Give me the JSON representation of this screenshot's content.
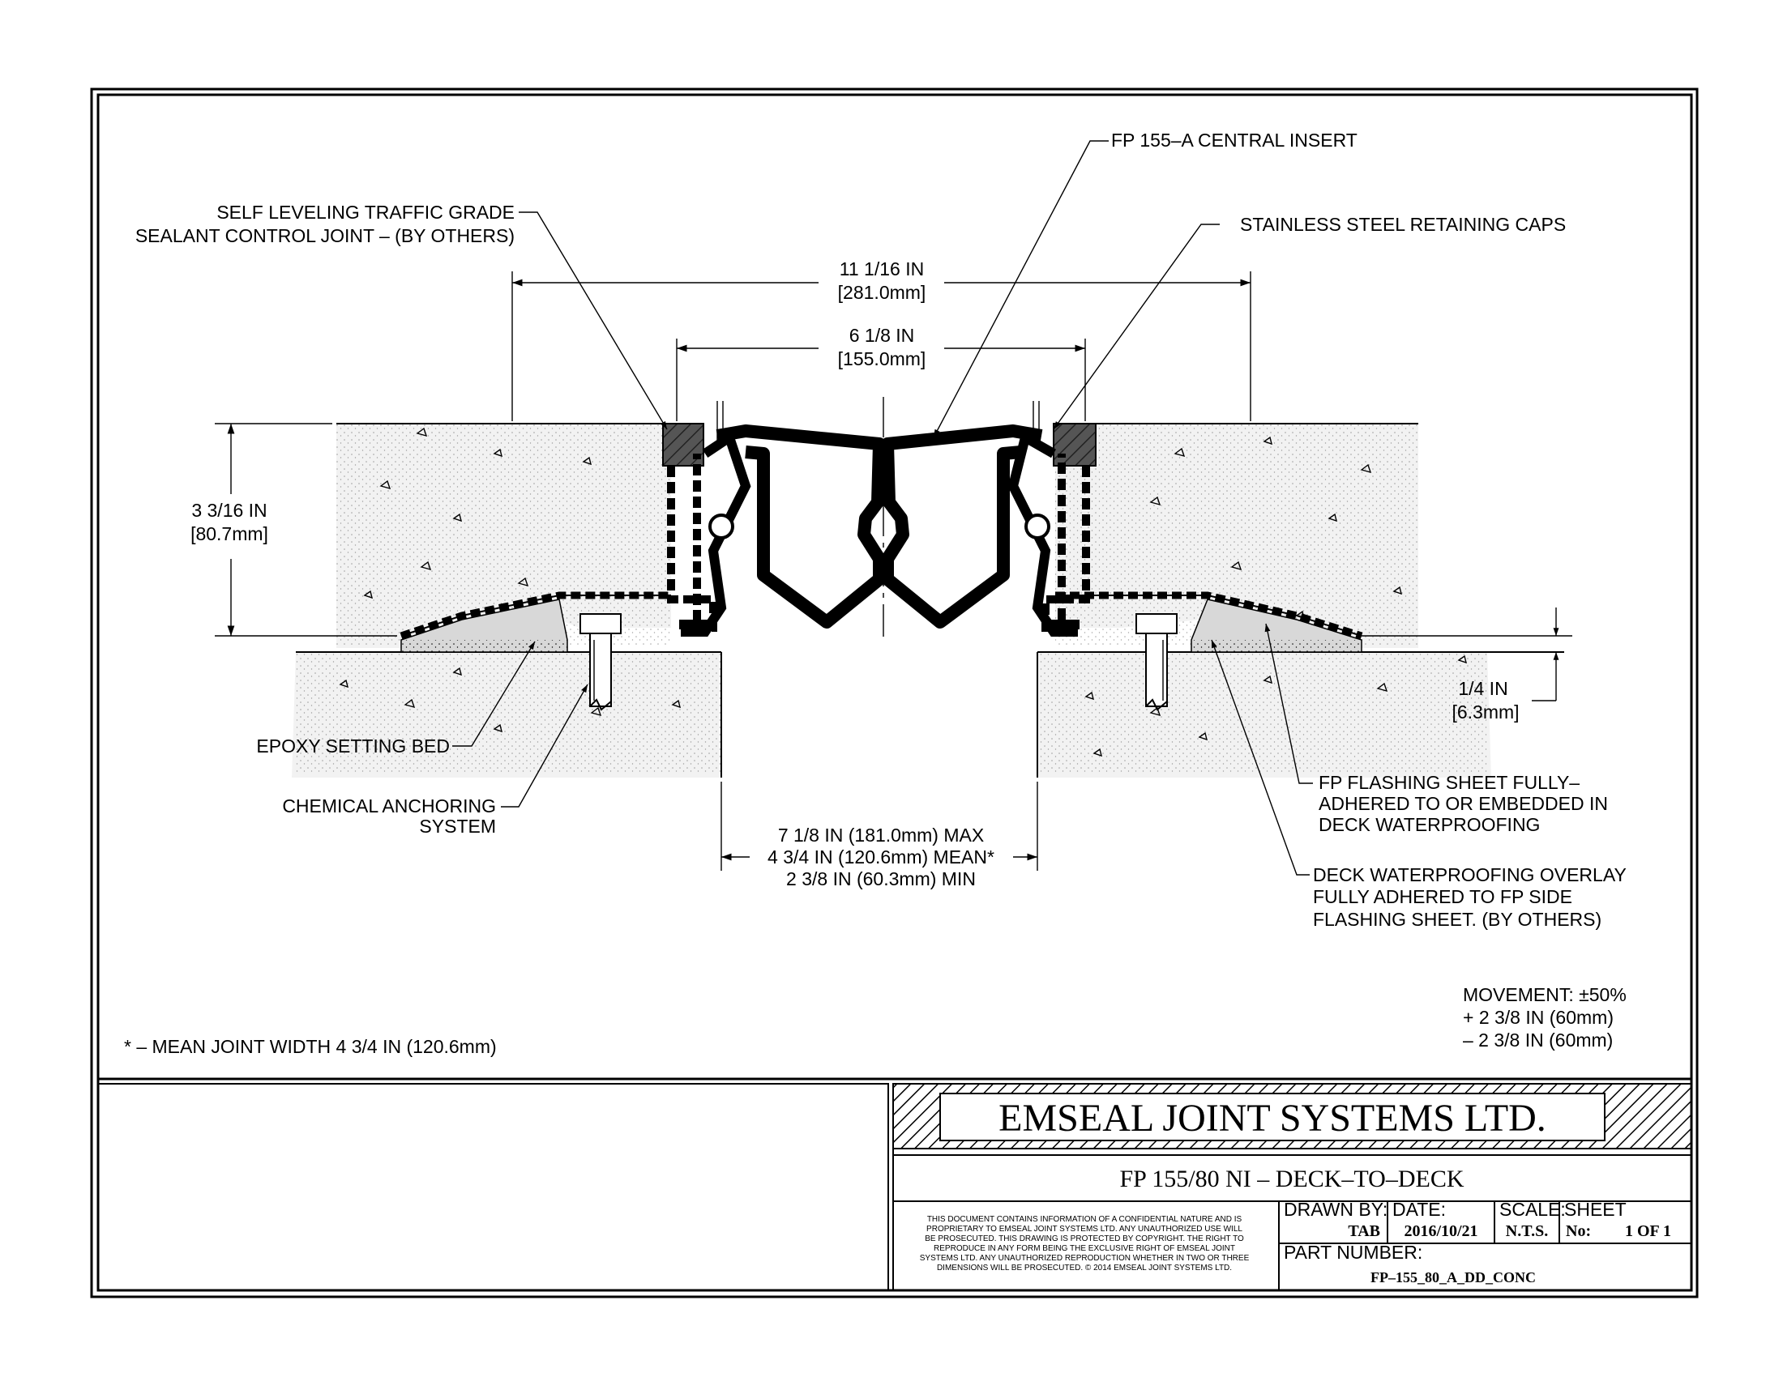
{
  "drawing": {
    "labels": {
      "central_insert": "FP 155–A CENTRAL INSERT",
      "sealant_1": "SELF LEVELING TRAFFIC GRADE",
      "sealant_2": "SEALANT CONTROL JOINT – (BY OTHERS)",
      "caps": "STAINLESS STEEL RETAINING CAPS",
      "epoxy": "EPOXY SETTING BED",
      "anchor_1": "CHEMICAL ANCHORING",
      "anchor_2": "SYSTEM",
      "flashing_1": "FP FLASHING SHEET FULLY–",
      "flashing_2": "ADHERED TO OR EMBEDDED IN",
      "flashing_3": "DECK WATERPROOFING",
      "overlay_1": "DECK WATERPROOFING OVERLAY",
      "overlay_2": "FULLY ADHERED TO FP SIDE",
      "overlay_3": "FLASHING SHEET. (BY OTHERS)",
      "mean_note": "* – MEAN JOINT WIDTH 4 3/4 IN (120.6mm)"
    },
    "dimensions": {
      "overall_in": "11 1/16 IN",
      "overall_mm": "[281.0mm]",
      "insert_in": "6 1/8 IN",
      "insert_mm": "[155.0mm]",
      "depth_in": "3 3/16 IN",
      "depth_mm": "[80.7mm]",
      "recess_in": "1/4 IN",
      "recess_mm": "[6.3mm]",
      "gap_max": "7 1/8 IN (181.0mm) MAX",
      "gap_mean": "4 3/4 IN (120.6mm) MEAN*",
      "gap_min": "2 3/8 IN (60.3mm) MIN"
    },
    "movement": {
      "title": "MOVEMENT: ±50%",
      "plus": "+ 2 3/8 IN (60mm)",
      "minus": "– 2 3/8 IN (60mm)"
    }
  },
  "title_block": {
    "company": "EMSEAL JOINT SYSTEMS LTD.",
    "drawing_title": "FP 155/80 NI – DECK–TO–DECK",
    "disclaimer": [
      "THIS DOCUMENT CONTAINS INFORMATION OF A CONFIDENTIAL NATURE AND IS",
      "PROPRIETARY TO EMSEAL JOINT SYSTEMS LTD. ANY UNAUTHORIZED USE WILL",
      "BE PROSECUTED. THIS DRAWING IS PROTECTED BY COPYRIGHT. THE RIGHT TO",
      "REPRODUCE IN ANY FORM BEING THE EXCLUSIVE RIGHT OF EMSEAL JOINT",
      "SYSTEMS LTD. ANY UNAUTHORIZED REPRODUCTION WHETHER IN TWO OR THREE",
      "DIMENSIONS WILL BE PROSECUTED. © 2014 EMSEAL JOINT SYSTEMS LTD."
    ],
    "drawn_by_label": "DRAWN BY:",
    "drawn_by": "TAB",
    "date_label": "DATE:",
    "date": "2016/10/21",
    "scale_label": "SCALE:",
    "scale": "N.T.S.",
    "sheet_label": "SHEET",
    "sheet_no_label": "No:",
    "sheet": "1 OF 1",
    "part_number_label": "PART NUMBER:",
    "part_number": "FP–155_80_A_DD_CONC"
  }
}
